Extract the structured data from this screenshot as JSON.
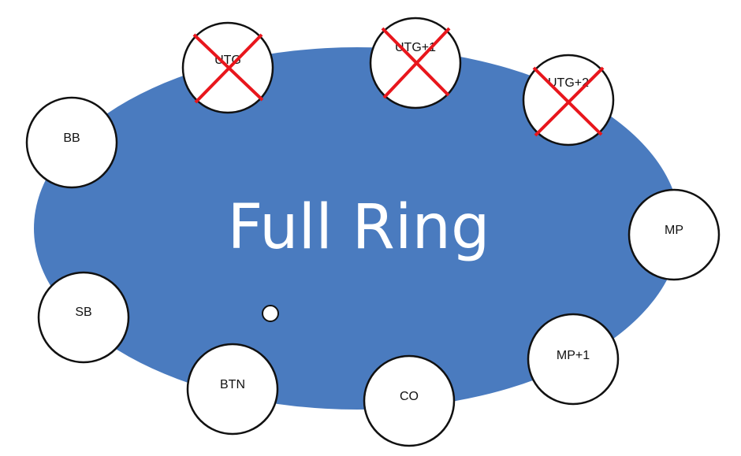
{
  "title": "Full Ring",
  "colors": {
    "table": "#4a7bbf",
    "seat_fill": "#ffffff",
    "seat_stroke": "#111111",
    "cross": "#e8161c"
  },
  "seats": {
    "utg": {
      "label": "UTG",
      "eliminated": true
    },
    "utg1": {
      "label": "UTG+1",
      "eliminated": true
    },
    "utg2": {
      "label": "UTG+2",
      "eliminated": true
    },
    "bb": {
      "label": "BB",
      "eliminated": false
    },
    "mp": {
      "label": "MP",
      "eliminated": false
    },
    "sb": {
      "label": "SB",
      "eliminated": false
    },
    "mp1": {
      "label": "MP+1",
      "eliminated": false
    },
    "btn": {
      "label": "BTN",
      "eliminated": false
    },
    "co": {
      "label": "CO",
      "eliminated": false
    }
  },
  "dealer_button": {
    "label": ""
  }
}
